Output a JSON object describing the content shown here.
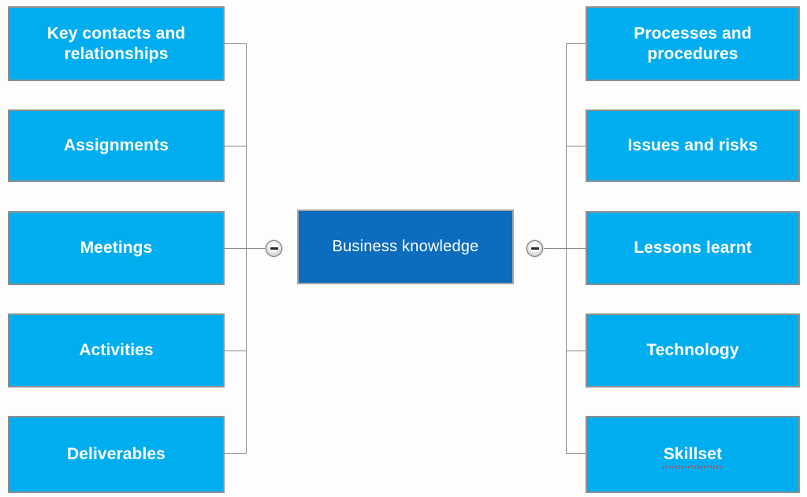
{
  "diagram": {
    "title": "Business knowledge mind map",
    "type": "mind-map",
    "background_color": "#fdfdfd",
    "branch_color": "#00ADEF",
    "root_color": "#0C6CBE",
    "connector_color": "#8b8b8b",
    "border_color": "#8f8f8f",
    "spellcheck_underline_color": "#e0301e"
  },
  "root": {
    "label": "Business knowledge",
    "collapse_left": {
      "name": "collapse-left-icon",
      "glyph": "minus",
      "state": "expanded"
    },
    "collapse_right": {
      "name": "collapse-right-icon",
      "glyph": "minus",
      "state": "expanded"
    }
  },
  "left_branch": {
    "nodes": [
      {
        "label": "Key contacts and relationships",
        "lines": [
          "Key contacts and",
          "relationships"
        ],
        "multiline": true,
        "spellcheck_error": false
      },
      {
        "label": "Assignments",
        "lines": [
          "Assignments"
        ],
        "multiline": false,
        "spellcheck_error": false
      },
      {
        "label": "Meetings",
        "lines": [
          "Meetings"
        ],
        "multiline": false,
        "spellcheck_error": false
      },
      {
        "label": "Activities",
        "lines": [
          "Activities"
        ],
        "multiline": false,
        "spellcheck_error": false
      },
      {
        "label": "Deliverables",
        "lines": [
          "Deliverables"
        ],
        "multiline": false,
        "spellcheck_error": false
      }
    ]
  },
  "right_branch": {
    "nodes": [
      {
        "label": "Processes and procedures",
        "lines": [
          "Processes and",
          "procedures"
        ],
        "multiline": true,
        "spellcheck_error": false
      },
      {
        "label": "Issues and risks",
        "lines": [
          "Issues and risks"
        ],
        "multiline": false,
        "spellcheck_error": false
      },
      {
        "label": "Lessons learnt",
        "lines": [
          "Lessons learnt"
        ],
        "multiline": false,
        "spellcheck_error": false
      },
      {
        "label": "Technology",
        "lines": [
          "Technology"
        ],
        "multiline": false,
        "spellcheck_error": false
      },
      {
        "label": "Skillset",
        "lines": [
          "Skillset"
        ],
        "multiline": false,
        "spellcheck_error": true
      }
    ]
  }
}
